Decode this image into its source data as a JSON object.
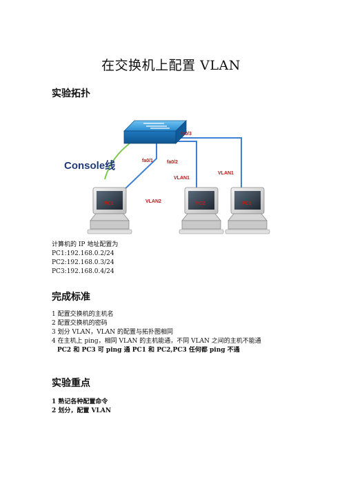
{
  "title": "在交换机上配置 VLAN",
  "sections": {
    "topology_heading": "实验拓扑",
    "standard_heading": "完成标准",
    "key_points_heading": "实验重点"
  },
  "topology": {
    "ports": [
      "fa0/3",
      "fa0/1",
      "fa0/2"
    ],
    "console_label": "Console线",
    "vlan_labels": [
      "VLAN1",
      "VLAN1",
      "VLAN2"
    ],
    "pcs": [
      "PC1",
      "PC2",
      "PC3"
    ]
  },
  "ip_config": {
    "intro": "计算机的 IP 地址配置为",
    "lines": [
      "PC1:192.168.0.2/24",
      "PC2:192.168.0.3/24",
      "PC3:192.168.0.4/24"
    ]
  },
  "standard": {
    "items": [
      "1 配置交换机的主机名",
      "2 配置交换机的密码",
      "3 划分 VLAN，VLAN 的配置与拓扑图相同",
      "4 在主机上 ping，相同 VLAN 的主机能通，不同 VLAN 之间的主机不能通"
    ],
    "result": "PC2 和 PC3 可 ping  通   PC1 和 PC2,PC3 任何都 ping  不通"
  },
  "key_points": {
    "items": [
      "1 熟记各种配置命令",
      "2 划分，配置 VLAN"
    ]
  },
  "colors": {
    "port_label": "#b51818",
    "switch_blue": "#2a8bd0",
    "cable_blue": "#3d7fd0",
    "console_cable": "#7ec850"
  }
}
